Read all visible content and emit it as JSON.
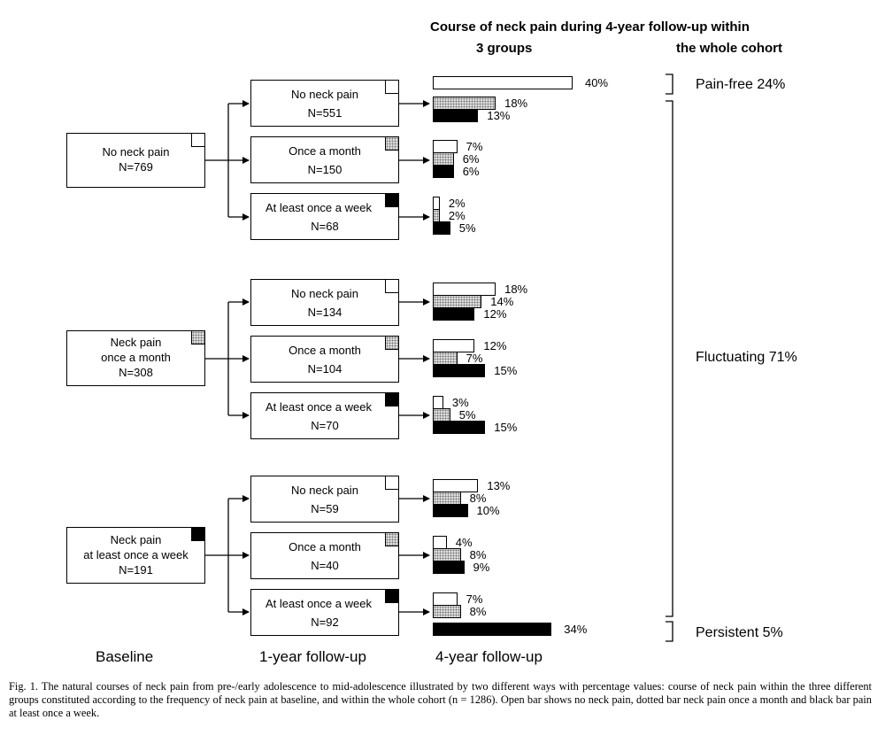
{
  "header": {
    "title_line1": "Course of neck pain during 4-year follow-up within",
    "title_left_line2": "3 groups",
    "title_right_line2": "the whole cohort"
  },
  "columns": {
    "baseline": "Baseline",
    "followup1": "1-year follow-up",
    "followup4": "4-year follow-up"
  },
  "baseline": [
    {
      "line1": "No neck pain",
      "line2": "",
      "n": "N=769",
      "key": "open"
    },
    {
      "line1": "Neck pain",
      "line2": "once a month",
      "n": "N=308",
      "key": "dotted"
    },
    {
      "line1": "Neck pain",
      "line2": "at least once a week",
      "n": "N=191",
      "key": "black"
    }
  ],
  "followup": [
    {
      "label": "No neck pain",
      "n": "N=551",
      "key": "open",
      "pcts": {
        "open": 40,
        "dotted": 18,
        "black": 13
      },
      "labels": [
        "40%",
        "18%",
        "13%"
      ]
    },
    {
      "label": "Once a month",
      "n": "N=150",
      "key": "dotted",
      "pcts": {
        "open": 7,
        "dotted": 6,
        "black": 6
      },
      "labels": [
        "7%",
        "6%",
        "6%"
      ]
    },
    {
      "label": "At least once a week",
      "n": "N=68",
      "key": "black",
      "pcts": {
        "open": 2,
        "dotted": 2,
        "black": 5
      },
      "labels": [
        "2%",
        "2%",
        "5%"
      ]
    },
    {
      "label": "No neck pain",
      "n": "N=134",
      "key": "open",
      "pcts": {
        "open": 18,
        "dotted": 14,
        "black": 12
      },
      "labels": [
        "18%",
        "14%",
        "12%"
      ]
    },
    {
      "label": "Once a month",
      "n": "N=104",
      "key": "dotted",
      "pcts": {
        "open": 12,
        "dotted": 7,
        "black": 15
      },
      "labels": [
        "12%",
        "7%",
        "15%"
      ]
    },
    {
      "label": "At least once a week",
      "n": "N=70",
      "key": "black",
      "pcts": {
        "open": 3,
        "dotted": 5,
        "black": 15
      },
      "labels": [
        "3%",
        "5%",
        "15%"
      ]
    },
    {
      "label": "No neck pain",
      "n": "N=59",
      "key": "open",
      "pcts": {
        "open": 13,
        "dotted": 8,
        "black": 10
      },
      "labels": [
        "13%",
        "8%",
        "10%"
      ]
    },
    {
      "label": "Once a month",
      "n": "N=40",
      "key": "dotted",
      "pcts": {
        "open": 4,
        "dotted": 8,
        "black": 9
      },
      "labels": [
        "4%",
        "8%",
        "9%"
      ]
    },
    {
      "label": "At least once a week",
      "n": "N=92",
      "key": "black",
      "pcts": {
        "open": 7,
        "dotted": 8,
        "black": 34
      },
      "labels": [
        "7%",
        "8%",
        "34%"
      ]
    }
  ],
  "cohort": {
    "pain_free": "Pain-free 24%",
    "fluctuating": "Fluctuating 71%",
    "persistent": "Persistent 5%"
  },
  "caption": "Fig. 1. The natural courses of neck pain from pre-/early adolescence to mid-adolescence illustrated by two different ways with percentage values: course of neck pain within the three different groups constituted according to the frequency of neck pain at baseline, and within the whole cohort (n = 1286). Open bar shows no neck pain, dotted bar neck pain once a month and black bar pain at least once a week."
}
